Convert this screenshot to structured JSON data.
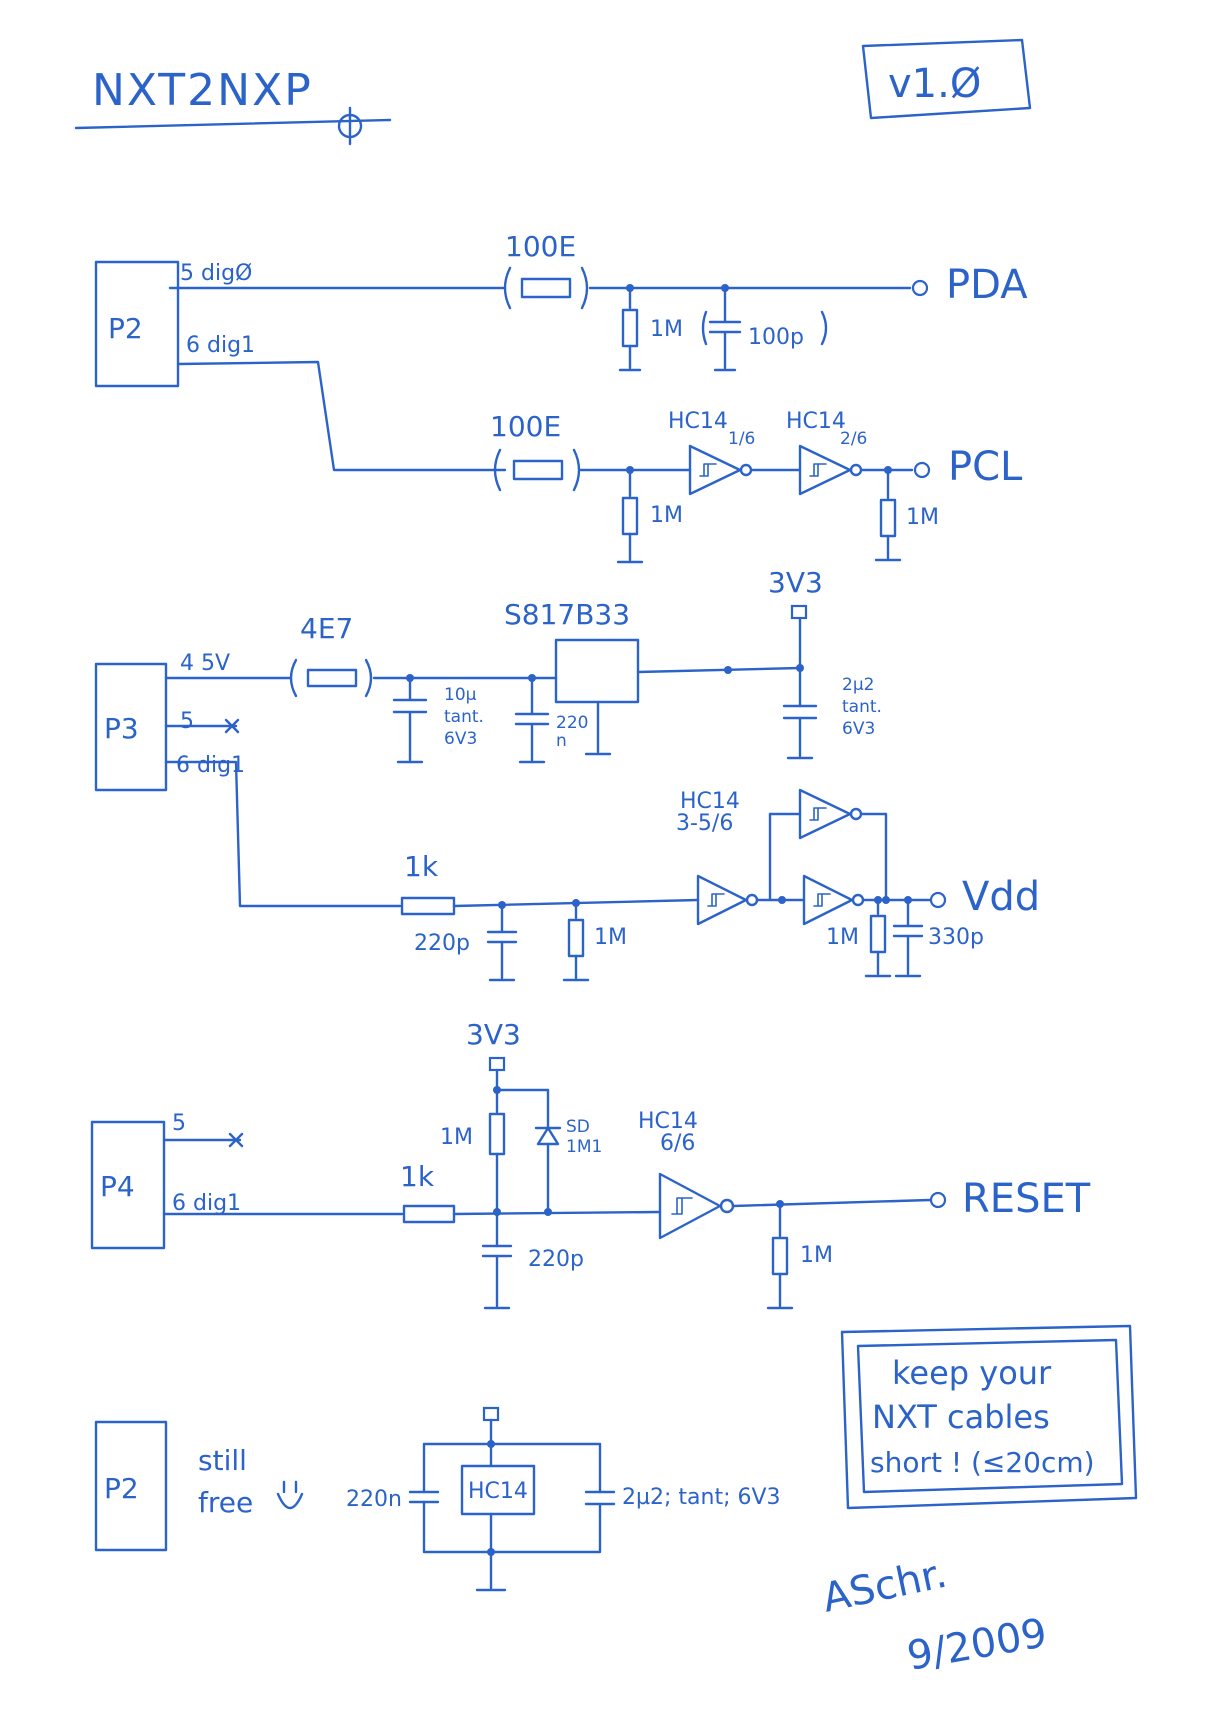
{
  "title": "NXT2NXP",
  "version": "v1.Ø",
  "colors": {
    "ink": "#2b63c9",
    "paper": "#ffffff"
  },
  "section_p2": {
    "connector": "P2",
    "pin5": "5 digØ",
    "pin6": "6 dig1",
    "r_sda": "100E",
    "r_pd_sda": "1M",
    "c_sda": "100p",
    "out_sda": "PDA",
    "r_scl": "100E",
    "r_pd_scl": "1M",
    "gate1_name": "HC14",
    "gate1_unit": "1/6",
    "gate2_name": "HC14",
    "gate2_unit": "2/6",
    "r_pd_out": "1M",
    "out_scl": "PCL"
  },
  "section_p3": {
    "connector": "P3",
    "pin4": "4 5V",
    "pin5": "5",
    "pin6": "6 dig1",
    "r_in": "4E7",
    "c_in_value": "10µ",
    "c_in_type": "tant.",
    "c_in_volt": "6V3",
    "c_in2_a": "220",
    "c_in2_b": "n",
    "regulator": "S817B33",
    "supply": "3V3",
    "c_out_value": "2µ2",
    "c_out_type": "tant.",
    "c_out_volt": "6V3",
    "r_dig": "1k",
    "c_dig": "220p",
    "r_pd": "1M",
    "gates_name": "HC14",
    "gates_unit": "3-5/6",
    "r_pd_out": "1M",
    "c_out2": "330p",
    "out": "Vdd"
  },
  "section_p4": {
    "connector": "P4",
    "pin5": "5",
    "pin6": "6 dig1",
    "supply": "3V3",
    "r_pu": "1M",
    "diode_a": "SD",
    "diode_b": "1M1",
    "r_in": "1k",
    "c_in": "220p",
    "gate_name": "HC14",
    "gate_unit": "6/6",
    "r_pd_out": "1M",
    "out": "RESET"
  },
  "section_bottom": {
    "connector": "P2",
    "free_line1": "still",
    "free_line2": "free",
    "chip": "HC14",
    "c_left": "220n",
    "c_right": "2µ2; tant; 6V3"
  },
  "note": {
    "line1": "keep your",
    "line2": "NXT cables",
    "line3": "short ! (≤20cm)"
  },
  "signature": {
    "initials": "ASchr.",
    "date": "9/2009"
  }
}
